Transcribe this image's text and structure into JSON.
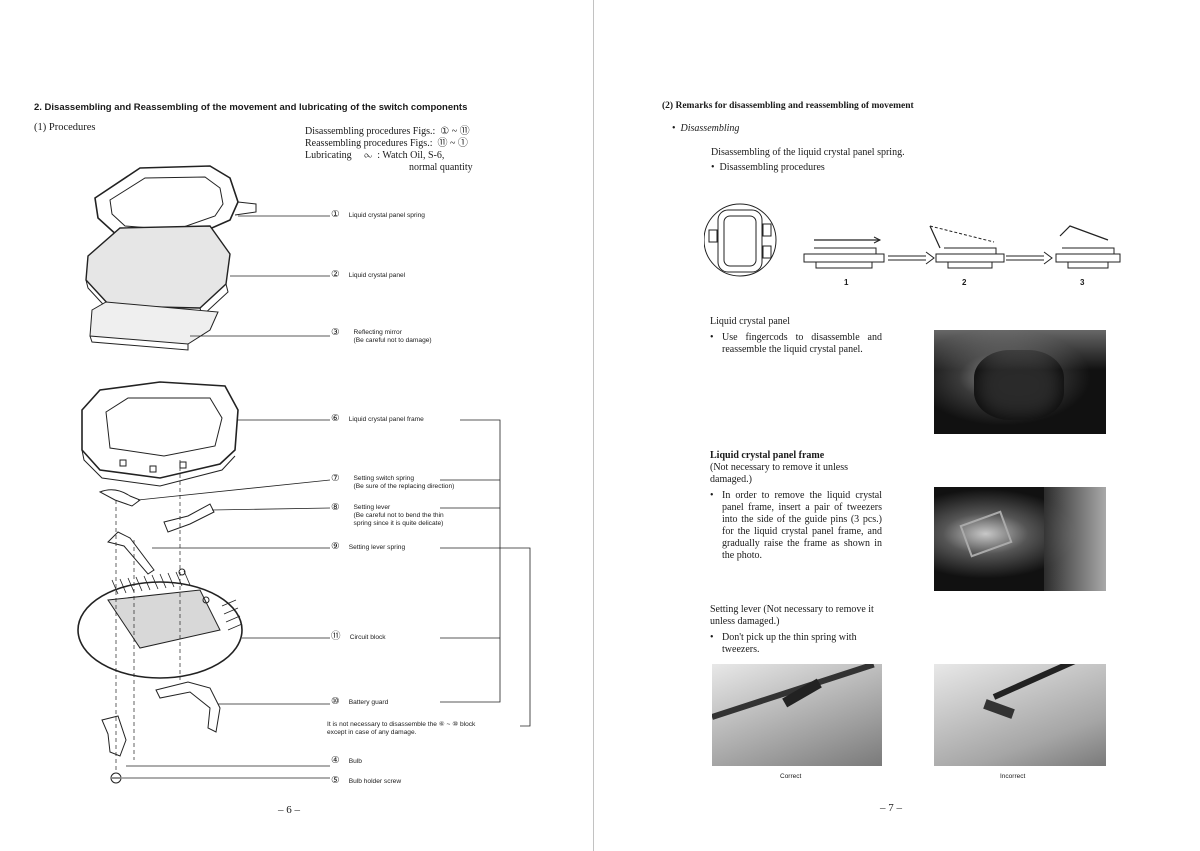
{
  "left_page": {
    "section_title": "2.  Disassembling and Reassembling of the movement and lubricating of the switch components",
    "subsection": "(1)  Procedures",
    "procedures": {
      "disassembling": "Disassembling procedures Figs.:  ① ~ ⑪",
      "reassembling": "Reassembling procedures Figs.:  ⑪ ~ ①",
      "lubricating_label": "Lubricating",
      "lubricating_value": "⧜  : Watch Oil, S-6,",
      "lubricating_qty": "normal quantity"
    },
    "callouts": [
      {
        "num": "①",
        "text": "Liquid crystal panel spring"
      },
      {
        "num": "②",
        "text": "Liquid crystal panel"
      },
      {
        "num": "③",
        "text": "Reflecting mirror\n(Be careful not to damage)"
      },
      {
        "num": "⑥",
        "text": "Liquid crystal panel frame"
      },
      {
        "num": "⑦",
        "text": "Setting switch spring\n(Be sure of the replacing direction)"
      },
      {
        "num": "⑧",
        "text": "Setting lever\n(Be careful not to bend the thin\nspring since it is quite delicate)"
      },
      {
        "num": "⑨",
        "text": "Setting lever spring"
      },
      {
        "num": "⑪",
        "text": "Circuit block"
      },
      {
        "num": "⑩",
        "text": "Battery guard"
      },
      {
        "num": "④",
        "text": "Bulb"
      },
      {
        "num": "⑤",
        "text": "Bulb holder screw"
      }
    ],
    "note": "It is not necessary to disassemble the ⑥ ~ ⑩ block\nexcept in case of any damage.",
    "page_number": "– 6 –"
  },
  "right_page": {
    "section_title": "(2)  Remarks for disassembling and reassembling of movement",
    "bullet_heading": "Disassembling",
    "lcd_spring_intro": "Disassembling of the liquid crystal panel spring.",
    "lcd_spring_procs": "Disassembling procedures",
    "step_labels": [
      "1",
      "2",
      "3"
    ],
    "lcd_panel": {
      "heading": "Liquid crystal panel",
      "bullet": "Use fingercods to disassemble and reassemble the liquid crystal panel."
    },
    "lcd_frame": {
      "heading": "Liquid crystal panel frame",
      "note": "(Not necessary to remove it unless damaged.)",
      "bullet": "In order to remove the liquid crystal panel frame, insert a pair of tweezers into the side of the guide pins (3 pcs.) for the liquid crystal panel frame, and gradually raise the frame as shown in the photo."
    },
    "setting_lever": {
      "heading": "Setting lever (Not necessary to remove it unless damaged.)",
      "bullet": "Don't pick up the thin spring with tweezers."
    },
    "photo_captions": {
      "correct": "Correct",
      "incorrect": "Incorrect"
    },
    "page_number": "– 7 –"
  }
}
